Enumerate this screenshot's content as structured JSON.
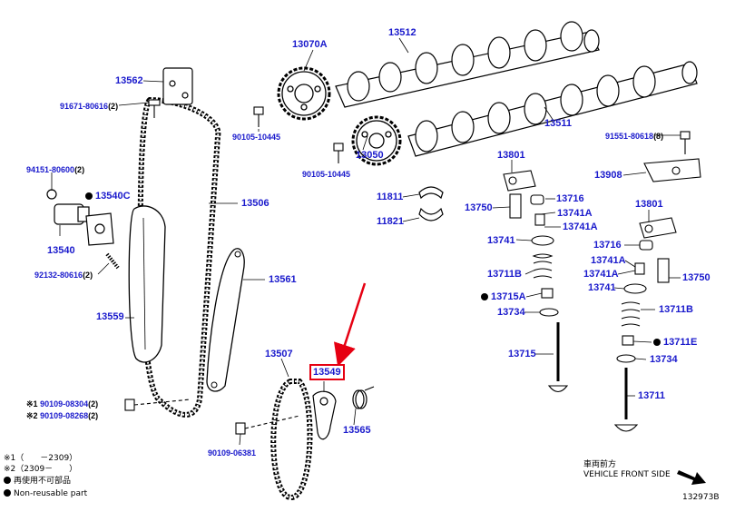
{
  "colors": {
    "label": "#1a1acc",
    "highlight": "#e60012",
    "line": "#000000"
  },
  "parts": {
    "p13070A": "13070A",
    "p13512": "13512",
    "p13562": "13562",
    "p91671": "91671-80616",
    "p91671_qty": "(2)",
    "p90105a": "90105-10445",
    "p90105b": "90105-10445",
    "p13511": "13511",
    "p91551": "91551-80618",
    "p91551_qty": "(8)",
    "p94151": "94151-80600",
    "p94151_qty": "(2)",
    "p13540C": "13540C",
    "p13506": "13506",
    "p13050": "13050",
    "p13801a": "13801",
    "p13908": "13908",
    "p11811": "11811",
    "p11821": "11821",
    "p13750a": "13750",
    "p13716a": "13716",
    "p13741Aa": "13741A",
    "p13741Ab": "13741A",
    "p13801b": "13801",
    "p13540": "13540",
    "p13741a": "13741",
    "p13716b": "13716",
    "p13741Ac": "13741A",
    "p92132": "92132-80616",
    "p92132_qty": "(2)",
    "p13711Ba": "13711B",
    "p13741Ad": "13741A",
    "p13750b": "13750",
    "p13561": "13561",
    "p13741b": "13741",
    "p13715A": "13715A",
    "p13711Bb": "13711B",
    "p13559": "13559",
    "p13734a": "13734",
    "p13507": "13507",
    "p13711E": "13711E",
    "p13715": "13715",
    "p13734b": "13734",
    "p13549": "13549",
    "p90109_08304": "90109-08304",
    "p90109_08304_qty": "(2)",
    "p90109_08304_mark": "※1",
    "p90109_08268": "90109-08268",
    "p90109_08268_qty": "(2)",
    "p90109_08268_mark": "※2",
    "p13711": "13711",
    "p13565": "13565",
    "p90109_06381": "90109-06381"
  },
  "notes": {
    "note1": "※1（　　－2309）",
    "note2": "※2（2309－　　）",
    "note3": "再使用不可部品",
    "note4": "Non-reusable part"
  },
  "direction": {
    "jp": "車両前方",
    "en": "VEHICLE FRONT SIDE"
  },
  "figure_id": "132973B"
}
